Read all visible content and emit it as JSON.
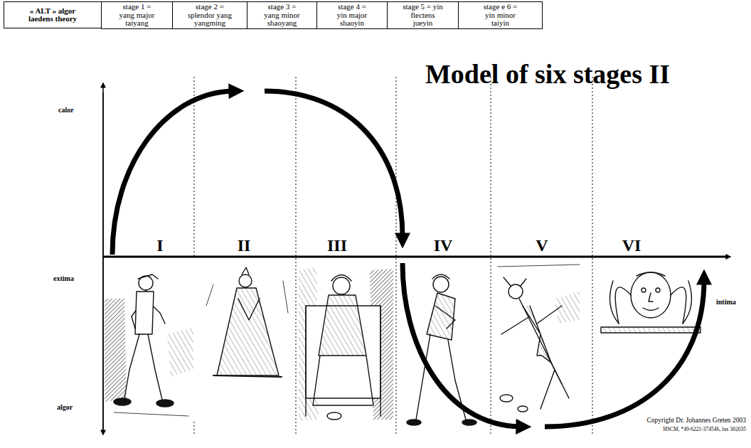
{
  "diagram": {
    "title": "Model of six stages II",
    "labels": [
      "« ALT » algor laedens theory",
      "stage 1 = yang major taiyang",
      "stage 2 = splendor yang yangming",
      "stage 3 = yang minor shaoyang",
      "stage 4 = yin major shaoyin",
      "stage 5 = yin flectens jueyin",
      "stage e 6 = yin minor taiyin",
      "calor",
      "extima",
      "algor",
      "I",
      "II",
      "III",
      "IV",
      "V",
      "VI",
      "intima",
      "Copyright Dr. Johannes Greten 2003",
      "HSCM, *49-6221-374546, fax 302035"
    ]
  }
}
